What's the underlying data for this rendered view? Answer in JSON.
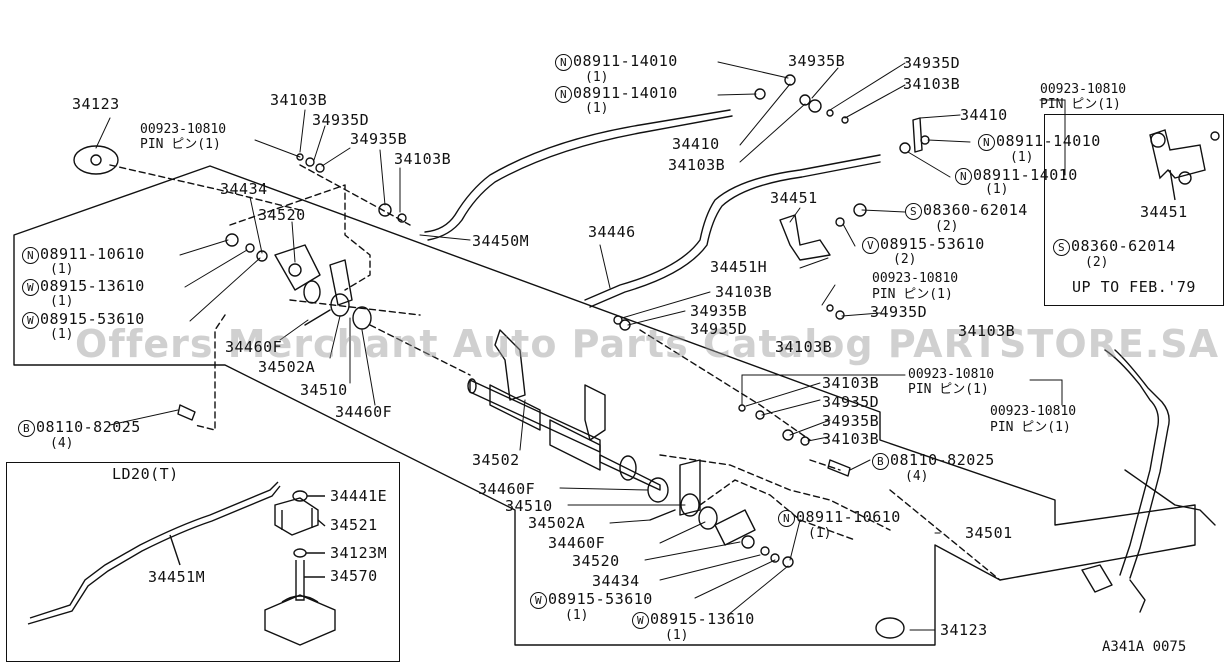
{
  "figure_code": "A341A 0075",
  "watermark": "Offers Merchant Auto Parts Catalog PARTSTORE.SA",
  "inset_ld20": {
    "title": "LD20(T)",
    "parts": [
      "34441E",
      "34521",
      "34123M",
      "34570",
      "34451M"
    ]
  },
  "inset_feb79": {
    "note": "UP TO FEB.'79",
    "part": "34451",
    "bolt": "08360-62014",
    "bolt_prefix": "S",
    "bolt_qty": "(2)"
  },
  "labels": {
    "n_08911_14010_a": "08911-14010",
    "q1_a": "(1)",
    "n_08911_14010_b": "08911-14010",
    "q1_b": "(1)",
    "p_34935B_top": "34935B",
    "p_34935D_top": "34935D",
    "p_34103B_top": "34103B",
    "p_00923_top": "00923-10810",
    "pin_top": "PIN ピン(1)",
    "p_34410_r": "34410",
    "n_08911_14010_c": "08911-14010",
    "q1_c": "(1)",
    "n_08911_14010_d": "08911-14010",
    "q1_d": "(1)",
    "p_34410_l": "34410",
    "p_34103B_mid": "34103B",
    "p_34123_tl": "34123",
    "p_34103B_l": "34103B",
    "p_00923_l": "00923-10810",
    "pin_l": "PIN ピン(1)",
    "p_34935D_l": "34935D",
    "p_34935B_l": "34935B",
    "p_34103B_l2": "34103B",
    "p_34434_t": "34434",
    "p_34520_t": "34520",
    "n_08911_10610_l": "08911-10610",
    "q1_e": "(1)",
    "w_08915_13610_l": "08915-13610",
    "q1_f": "(1)",
    "w_08915_53610_l": "08915-53610",
    "q1_g": "(1)",
    "p_34450M": "34450M",
    "p_34446": "34446",
    "p_34451": "34451",
    "s_08360_62014": "08360-62014",
    "q2_a": "(2)",
    "v_08915_53610": "08915-53610",
    "q2_b": "(2)",
    "p_34451H": "34451H",
    "p_34103B_c": "34103B",
    "p_34935B_c": "34935B",
    "p_34935D_c": "34935D",
    "p_34103B_c2": "34103B",
    "p_00923_c": "00923-10810",
    "pin_c": "PIN ピン(1)",
    "p_34935D_c2": "34935D",
    "p_34103B_c3": "34103B",
    "p_34460F_l": "34460F",
    "p_34502A_l": "34502A",
    "p_34510_l": "34510",
    "p_34460F_l2": "34460F",
    "b_08110_82025_l": "08110-82025",
    "q4_a": "(4)",
    "p_34502": "34502",
    "p_34103B_r1": "34103B",
    "p_00923_r1": "00923-10810",
    "pin_r1": "PIN ピン(1)",
    "p_34935D_r": "34935D",
    "p_34935B_r": "34935B",
    "p_34103B_r2": "34103B",
    "p_00923_r2": "00923-10810",
    "pin_r2": "PIN ピン(1)",
    "b_08110_82025_r": "08110-82025",
    "q4_b": "(4)",
    "p_34460F_b": "34460F",
    "p_34510_b": "34510",
    "p_34502A_b": "34502A",
    "p_34460F_b2": "34460F",
    "p_34520_b": "34520",
    "p_34434_b": "34434",
    "n_08911_10610_r": "08911-10610",
    "q1_h": "(1)",
    "p_34501": "34501",
    "w_08915_53610_b": "08915-53610",
    "q1_i": "(1)",
    "w_08915_13610_b": "08915-13610",
    "q1_j": "(1)",
    "p_34123_b": "34123",
    "letters": {
      "N": "N",
      "W": "W",
      "B": "B",
      "S": "S",
      "V": "V"
    }
  }
}
